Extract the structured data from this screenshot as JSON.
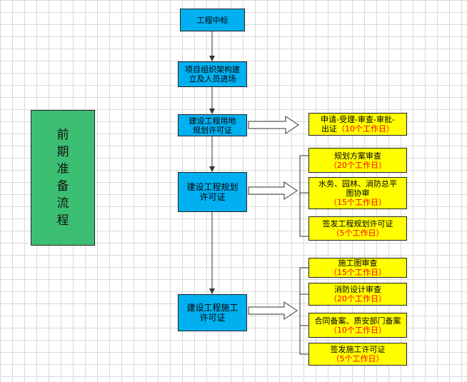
{
  "side_label": [
    "前",
    "期",
    "准",
    "备",
    "流",
    "程"
  ],
  "steps": {
    "step1": "工程中标",
    "step2_line1": "项目组织架构建",
    "step2_line2": "立及人员进场",
    "step3_line1": "建设工程用地",
    "step3_line2": "规划许可证",
    "step4_line1": "建设工程规划",
    "step4_line2": "许可证",
    "step5_line1": "建设工程施工",
    "step5_line2": "许可证"
  },
  "land_details": {
    "line1": "申请-受理-审查-审批-",
    "line2_prefix": "出证",
    "line2_days": "（10个工作日）"
  },
  "planning_details": [
    {
      "text": "规划方案审查",
      "days": "（20个工作日）"
    },
    {
      "text_line1": "水务、园林、消防总平",
      "text_line2": "图协审",
      "days": "（15个工作日）"
    },
    {
      "text": "签发工程规划许可证",
      "days": "（5个工作日）"
    }
  ],
  "construction_details": [
    {
      "text": "施工图审查",
      "days": "（15个工作日）"
    },
    {
      "text": "消防设计审查",
      "days": "（20个工作日）"
    },
    {
      "text": "合同备案、质安部门备案",
      "days": "（10个工作日）"
    },
    {
      "text": "签发施工许可证",
      "days": "（5个工作日）"
    }
  ],
  "colors": {
    "step_fill": "#00b0f0",
    "detail_fill": "#ffff00",
    "side_fill": "#3dbf73",
    "days_text": "#ff0000"
  }
}
